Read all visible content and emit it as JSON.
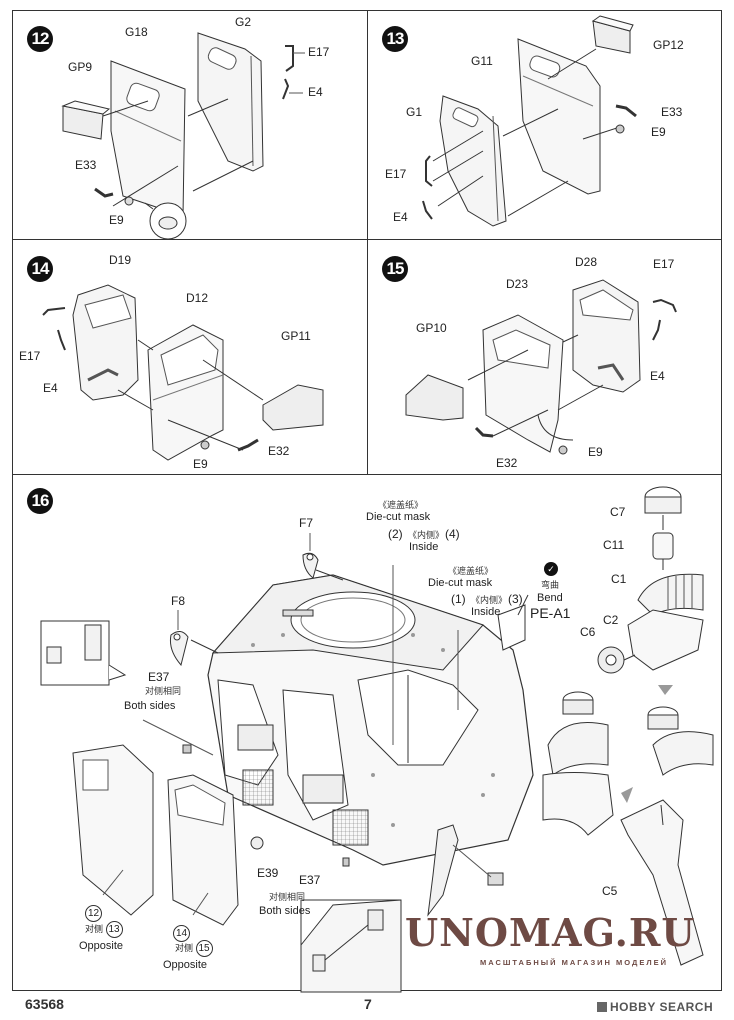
{
  "page": {
    "product_code": "63568",
    "page_number": "7"
  },
  "steps": [
    {
      "number": "12",
      "labels": [
        "G18",
        "G2",
        "E17",
        "GP9",
        "E4",
        "E33",
        "E9"
      ]
    },
    {
      "number": "13",
      "labels": [
        "GP12",
        "G11",
        "G1",
        "E33",
        "E9",
        "E17",
        "E4"
      ]
    },
    {
      "number": "14",
      "labels": [
        "D19",
        "D12",
        "GP11",
        "E17",
        "E4",
        "E32",
        "E9"
      ]
    },
    {
      "number": "15",
      "labels": [
        "D28",
        "E17",
        "D23",
        "GP10",
        "E4",
        "E32",
        "E9"
      ]
    },
    {
      "number": "16",
      "labels": {
        "f7": "F7",
        "f8": "F8",
        "e37_top": "E37",
        "e37_top_cn": "对侧相同",
        "e37_top_en": "Both sides",
        "mask2_cn": "《遮盖纸》",
        "mask2_en": "Die-cut mask",
        "mask2_nums": "(2)",
        "mask2_inside_cn": "《内侧》",
        "mask2_num4": "(4)",
        "mask2_inside_en": "Inside",
        "mask1_cn": "《遮盖纸》",
        "mask1_en": "Die-cut mask",
        "mask1_nums": "(1)",
        "mask1_inside_cn": "《内侧》",
        "mask1_num3": "(3)",
        "mask1_inside_en": "Inside",
        "bend_cn": "弯曲",
        "bend_en": "Bend",
        "pe": "PE-A1",
        "c7": "C7",
        "c11": "C11",
        "c1": "C1",
        "c2": "C2",
        "c6": "C6",
        "c5": "C5",
        "e39": "E39",
        "e37_bottom": "E37",
        "both_cn": "对侧相同",
        "both_en": "Both sides",
        "ref12": "12",
        "opp_cn_1": "对侧",
        "ref13": "13",
        "opposite_1": "Opposite",
        "ref14": "14",
        "opp_cn_2": "对侧",
        "ref15": "15",
        "opposite_2": "Opposite"
      }
    }
  ],
  "watermark": {
    "title": "UNOMAG.RU",
    "subtitle": "МАСШТАБНЫЙ МАГАЗИН МОДЕЛЕЙ"
  },
  "brand": {
    "name": "HOBBY SEARCH"
  }
}
